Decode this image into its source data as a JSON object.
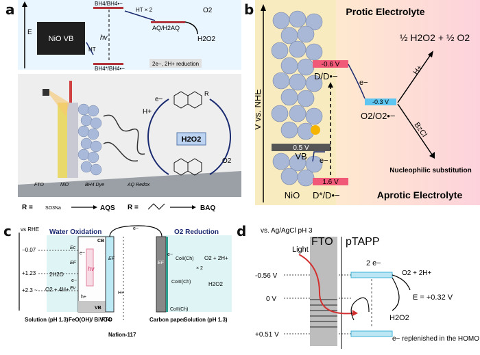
{
  "panels": {
    "a": {
      "label": "a",
      "axis": "E",
      "nio_vb": "NiO VB",
      "bh4_upper": "BH4/BH4•−",
      "bh4_lower": "BH4*/BH4•−",
      "hv": "hv",
      "ht": "HT",
      "ht_x2": "HT × 2",
      "aq": "AQ/H2AQ",
      "o2": "O2",
      "h2o2": "H2O2",
      "reduction_box": "2e−, 2H+ reduction",
      "e_minus": "e−",
      "h_plus": "H+",
      "h2o2_box": "H2O2",
      "o2_right": "O2",
      "r_label": "R",
      "layer_labels": [
        "FTO",
        "NiO",
        "BH4 Dye",
        "AQ Redox"
      ],
      "r_formula_1": "R =",
      "r_group_1": "SO3Na",
      "product_1": "AQS",
      "r_formula_2": "R =",
      "product_2": "BAQ"
    },
    "b": {
      "label": "b",
      "title_top": "Protic Electrolyte",
      "title_bottom": "Aprotic Electrolyte",
      "axis": "V vs. NHE",
      "d_level": "-0.6 V",
      "d_label": "D/D•−",
      "o2_level": "-0.3 V",
      "o2_label": "O2/O2•−",
      "vb_level": "0.5 V",
      "vb_label": "VB",
      "dstar_level": "1.6 V",
      "dstar_label": "D*/D•−",
      "nio": "NiO",
      "e1": "e−",
      "e2": "e−",
      "hplus": "H+",
      "bzcl": "BzCl",
      "product": "½ H2O2 + ½ O2",
      "nucleophilic": "Nucleophilic substitution"
    },
    "c": {
      "label": "c",
      "axis": "vs RHE",
      "title_left": "Water Oxidation",
      "title_right": "O2 Reduction",
      "ticks": [
        "−0.07",
        "+1.23",
        "+2.3 ~"
      ],
      "ec": "Ec",
      "ef": "EF",
      "ev": "Ev",
      "cb": "CB",
      "vb": "VB",
      "hv": "hν",
      "h2o": "2H2O",
      "o2_4h": "O2 + 4H+",
      "eminus": "e−",
      "hplus": "h+",
      "ef_right": "EF",
      "co2": "CoII(Ch)",
      "co3": "CoIII(Ch)",
      "x2": "× 2",
      "o2_2h": "O2 + 2H+",
      "h2o2": "H2O2",
      "co2_bottom": "CoII(Ch)",
      "hplus_mem": "H+",
      "e_top": "e−",
      "solution_left": "Solution (pH 1.3)",
      "photoanode": "FeO(OH)/ BiVO4",
      "fto": "FTO",
      "nafion": "Nafion-117",
      "carbon": "Carbon paper",
      "solution_right": "Solution (pH 1.3)"
    },
    "d": {
      "label": "d",
      "axis": "vs. Ag/AgCl pH 3",
      "ticks": [
        "-0.56 V",
        "0 V",
        "+0.51 V"
      ],
      "fto": "FTO",
      "ptapp": "pTAPP",
      "light": "Light",
      "two_e": "2 e−",
      "o2_2h": "O2 + 2H+",
      "e_value": "E = +0.32 V",
      "h2o2": "H2O2",
      "note": "e− replenished in the HOMO"
    }
  }
}
